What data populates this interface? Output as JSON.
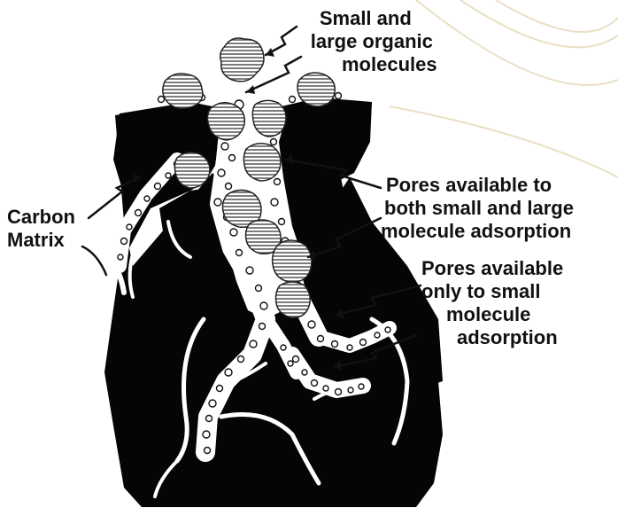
{
  "labels": {
    "molecules": {
      "line1": "Small and",
      "line2": "large organic",
      "line3": "molecules"
    },
    "carbon": {
      "line1": "Carbon",
      "line2": "Matrix"
    },
    "pores_both": {
      "line1": "Pores available to",
      "line2": "both small and large",
      "line3": "molecule adsorption"
    },
    "pores_small": {
      "line1": "Pores available",
      "line2": "only to small",
      "line3": "molecule",
      "line4": "adsorption"
    }
  },
  "colors": {
    "matrix": "#050505",
    "channel": "#ffffff",
    "hatch": "#7a7a7a",
    "decor_arc": "#e8dcc0",
    "text": "#111111"
  }
}
